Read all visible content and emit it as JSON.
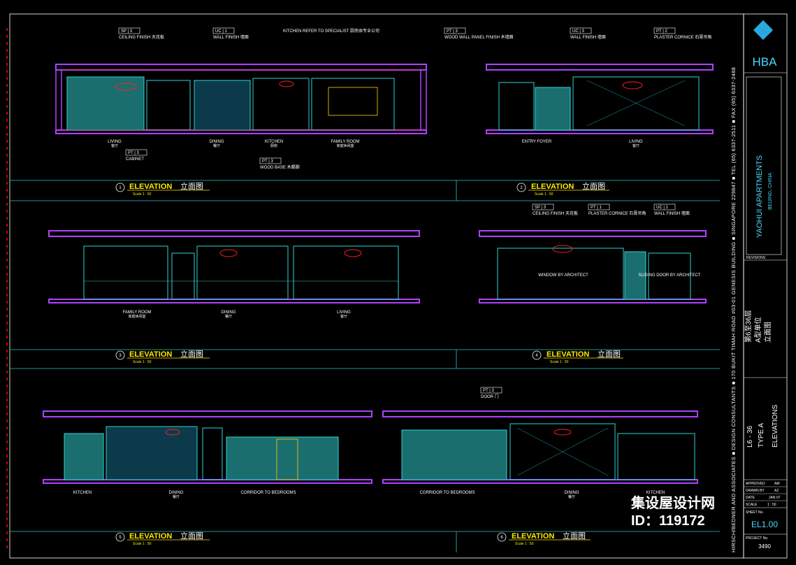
{
  "firm": {
    "logo_text": "HBA",
    "vertical_credit": "HIRSCH/BEDNER AND ASSOCIATES ■ DESIGN CONSULTANTS ■ 170 BUKIT TIMAH ROAD #03-01 GENESIS BUILDING ■ SINGAPORE 229847 ■ TEL (65) 6337-2511 ■ FAX (65) 6337-2468"
  },
  "project": {
    "name": "YAOHUI APARTMENTS",
    "location": "BEIJING, CHINA",
    "revisions_label": "REVISIONS",
    "sheet_title_cn": "第6至36层 A型单位 立面图",
    "sheet_title_cn_1": "第6至36层",
    "sheet_title_cn_2": "A型单位",
    "sheet_title_cn_3": "立面图",
    "level": "L6 - 36",
    "type": "TYPE A",
    "drawing": "ELEVATIONS",
    "approved_label": "APPROVED",
    "approved": "AM",
    "drawn_label": "DRAWN BY",
    "drawn": "AZ",
    "date_label": "DATE",
    "date": "JAN 07",
    "scale_label": "SCALE",
    "scale": "1 : 50",
    "sheet_no_label": "SHEET No.",
    "sheet_no": "EL1.00",
    "project_no_label": "PROJECT No.",
    "project_no": "3490"
  },
  "watermark": {
    "site": "集设屋设计网",
    "id": "ID：119172"
  },
  "elevations": [
    {
      "num": "1",
      "title": "ELEVATION",
      "title_cn": "立面图",
      "scale": "Scale 1 : 50",
      "rooms": [
        {
          "en": "LIVING",
          "cn": "客厅"
        },
        {
          "en": "DINING",
          "cn": "餐厅"
        },
        {
          "en": "KITCHEN",
          "cn": "厨房"
        },
        {
          "en": "FAMILY ROOM",
          "cn": "家庭休闲室"
        }
      ]
    },
    {
      "num": "2",
      "title": "ELEVATION",
      "title_cn": "立面图",
      "scale": "Scale 1 : 50",
      "rooms": [
        {
          "en": "ENTRY FOYER",
          "cn": ""
        },
        {
          "en": "LIVING",
          "cn": "客厅"
        }
      ]
    },
    {
      "num": "3",
      "title": "ELEVATION",
      "title_cn": "立面图",
      "scale": "Scale 1 : 50",
      "rooms": [
        {
          "en": "FAMILY ROOM",
          "cn": "家庭休闲室"
        },
        {
          "en": "DINING",
          "cn": "餐厅"
        },
        {
          "en": "LIVING",
          "cn": "客厅"
        }
      ]
    },
    {
      "num": "4",
      "title": "ELEVATION",
      "title_cn": "立面图",
      "scale": "Scale 1 : 50",
      "rooms": [
        {
          "en": "WINDOW BY ARCHITECT",
          "cn": ""
        },
        {
          "en": "SLIDING DOOR BY ARCHITECT",
          "cn": ""
        }
      ]
    },
    {
      "num": "5",
      "title": "ELEVATION",
      "title_cn": "立面图",
      "scale": "Scale 1 : 50",
      "rooms": [
        {
          "en": "KITCHEN",
          "cn": ""
        },
        {
          "en": "DINING",
          "cn": "餐厅"
        },
        {
          "en": "CORRIDOR TO BEDROOMS",
          "cn": ""
        }
      ]
    },
    {
      "num": "6",
      "title": "ELEVATION",
      "title_cn": "立面图",
      "scale": "Scale 1 : 50",
      "rooms": [
        {
          "en": "CORRIDOR TO BEDROOMS",
          "cn": ""
        },
        {
          "en": "DINING",
          "cn": "餐厅"
        },
        {
          "en": "KITCHEN",
          "cn": ""
        }
      ]
    }
  ],
  "tags": {
    "sp3": "SP | 3",
    "pt2": "PT | 2",
    "pt3": "PT | 3",
    "uc1": "UC | 1",
    "uc3": "UC | 3",
    "pt1": "PT | 1",
    "ceiling_finish": "CEILING FINISH 天花板",
    "plaster_cornice": "PLASTER CORNICE 石膏吊角",
    "wall_finish": "WALL FINISH 墙面",
    "wood_wall_panel": "WOOD WALL PANEL FINISH 木墙面",
    "wood_base": "WOOD BASE 木踢脚",
    "door": "DOOR 门",
    "cabinet": "CABINET",
    "kitchen_refer": "KITCHEN REFER TO SPECIALIST 厨房由专业公司"
  }
}
